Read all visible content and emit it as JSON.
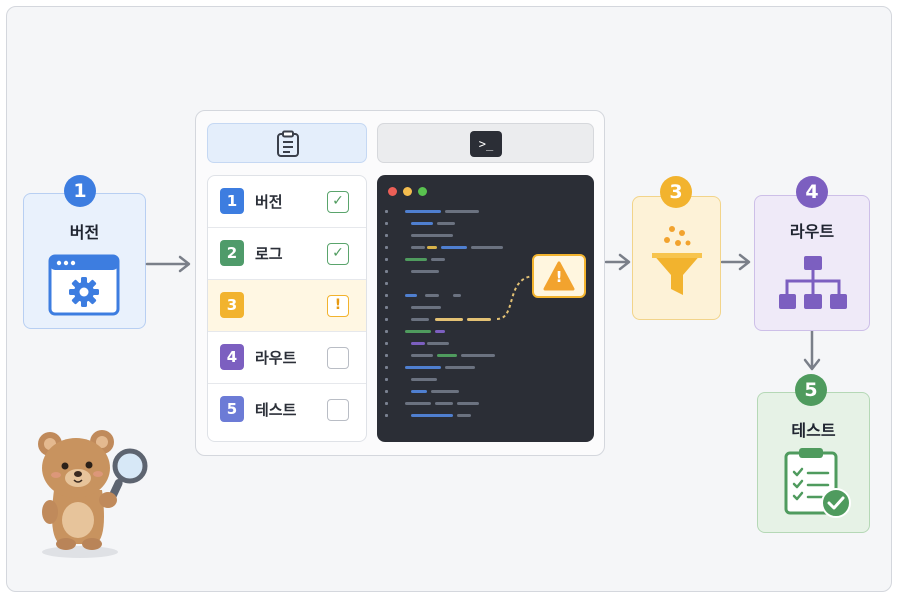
{
  "stages": [
    {
      "number": "1",
      "label": "버전",
      "icon": "browser-gear-icon",
      "color": "#3d7de0"
    },
    {
      "number": "3",
      "label": "",
      "icon": "funnel-icon",
      "color": "#f2b32e"
    },
    {
      "number": "4",
      "label": "라우트",
      "icon": "hierarchy-icon",
      "color": "#7c5fc0"
    },
    {
      "number": "5",
      "label": "테스트",
      "icon": "clipboard-check-icon",
      "color": "#4f9b5e"
    }
  ],
  "checklist": {
    "tabs": [
      {
        "icon": "clipboard-icon"
      },
      {
        "icon": "terminal-icon",
        "text": ">_"
      }
    ],
    "items": [
      {
        "number": "1",
        "label": "버전",
        "status": "checked",
        "mark": "✓",
        "color": "#3d7de0"
      },
      {
        "number": "2",
        "label": "로그",
        "status": "checked",
        "mark": "✓",
        "color": "#4f9b6a"
      },
      {
        "number": "3",
        "label": "",
        "status": "warning",
        "mark": "!",
        "color": "#f2b32e"
      },
      {
        "number": "4",
        "label": "라우트",
        "status": "unchecked",
        "mark": "",
        "color": "#7c5fc0"
      },
      {
        "number": "5",
        "label": "테스트",
        "status": "unchecked",
        "mark": "",
        "color": "#6c7bd6"
      }
    ]
  },
  "code_panel": {
    "warning_icon": "warning-icon",
    "mark": "!"
  },
  "mascot": {
    "icon": "bear-with-magnifier-icon"
  }
}
